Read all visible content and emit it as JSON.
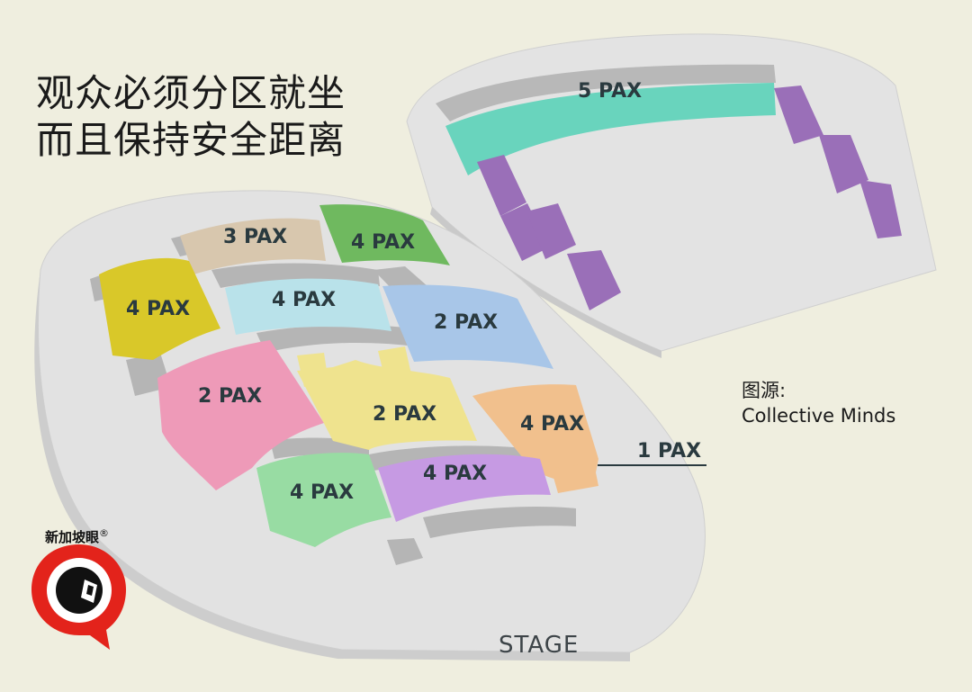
{
  "headline": {
    "line1": "观众必须分区就坐",
    "line2": "而且保持安全距离"
  },
  "credit": {
    "label": "图源:",
    "source": "Collective Minds"
  },
  "sections": {
    "s5": "5 PAX",
    "s3": "3 PAX",
    "s4_green": "4 PAX",
    "s4_yellow": "4 PAX",
    "s4_cyan": "4 PAX",
    "s2_blue": "2 PAX",
    "s2_pink": "2 PAX",
    "s2_lightyellow": "2 PAX",
    "s4_orange": "4 PAX",
    "s1": "1 PAX",
    "s4_purple": "4 PAX",
    "s4_mint": "4 PAX"
  },
  "stage_label": "STAGE",
  "logo": {
    "name": "新加坡眼",
    "mark": "®"
  },
  "colors": {
    "background": "#efeedf",
    "platform": "#e2e2e2",
    "teal": "#69d4bd",
    "violet": "#9a6fb8",
    "tan": "#d8c7ae",
    "green": "#6fb95f",
    "yellow": "#d9c829",
    "cyan": "#b9e2ea",
    "blue": "#a8c6e8",
    "pink": "#ee9ab8",
    "light_yellow": "#efe38e",
    "orange": "#f1c08d",
    "purple": "#c69ae3",
    "mint": "#98dca3",
    "logo_red": "#e3231b"
  }
}
